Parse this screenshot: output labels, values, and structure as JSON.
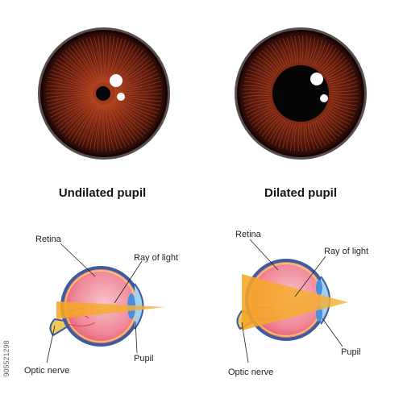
{
  "captions": {
    "undilated": "Undilated pupil",
    "dilated": "Dilated pupil"
  },
  "labels": {
    "retina": "Retina",
    "ray": "Ray of light",
    "pupil": "Pupil",
    "optic_nerve": "Optic nerve"
  },
  "stock_id": "905521298",
  "colors": {
    "iris_outer": "#1e0604",
    "iris_mid": "#5a1a0e",
    "iris_inner": "#8a2d16",
    "pupil": "#050505",
    "sclera_outline": "#3d5c9c",
    "retina_fill": "#f07a8c",
    "retina_inner": "#f6b5c0",
    "cornea": "#9fd2f0",
    "lens": "#4a8ee0",
    "light_ray": "#f5a623",
    "nerve": "#f0c860"
  },
  "iris_icon": "iris-fiber-pattern"
}
